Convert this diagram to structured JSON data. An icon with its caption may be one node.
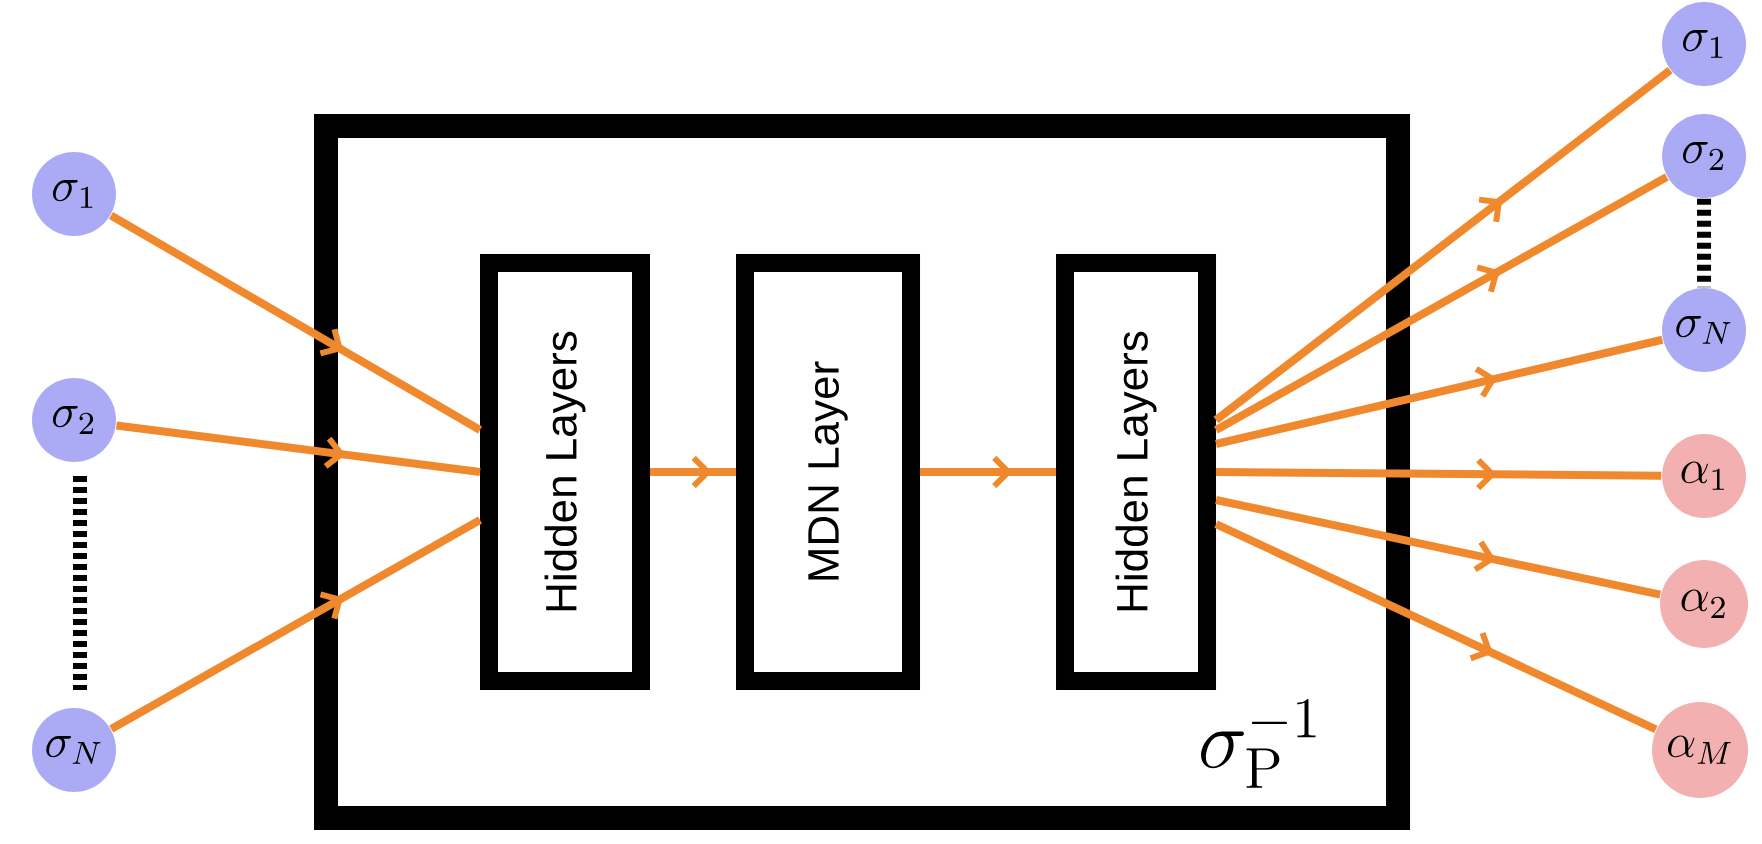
{
  "diagram": {
    "nodes": [
      {
        "text": [
          "\\sigma_{\\mathrm{P}}^{-1}"
        ]
      },
      {
        "text": [
          "Hidden Layers"
        ],
        "in": 0
      },
      {
        "text": [
          "MDN Layer"
        ],
        "in": 0
      },
      {
        "text": [
          "Hidden Layers"
        ],
        "in": 0
      },
      {
        "text": [
          "\\sigma_1"
        ]
      },
      {
        "text": [
          "\\sigma_2"
        ]
      },
      {
        "text": [
          "\\sigma_N"
        ]
      },
      {
        "text": [
          "\\sigma_1"
        ]
      },
      {
        "text": [
          "\\sigma_2"
        ]
      },
      {
        "text": [
          "\\sigma_N"
        ]
      },
      {
        "text": [
          "\\alpha_1"
        ]
      },
      {
        "text": [
          "\\alpha_2"
        ]
      },
      {
        "text": [
          "\\alpha_M"
        ]
      }
    ],
    "edges": [
      {
        "from": 4,
        "to": 1,
        "arrow": "to"
      },
      {
        "from": 5,
        "to": 1,
        "arrow": "to"
      },
      {
        "from": 6,
        "to": 1,
        "arrow": "to"
      },
      {
        "from": 1,
        "to": 2,
        "arrow": "to"
      },
      {
        "from": 2,
        "to": 3,
        "arrow": "to"
      },
      {
        "from": 3,
        "to": 7,
        "arrow": "to"
      },
      {
        "from": 3,
        "to": 8,
        "arrow": "to"
      },
      {
        "from": 3,
        "to": 9,
        "arrow": "to"
      },
      {
        "from": 3,
        "to": 10,
        "arrow": "to"
      },
      {
        "from": 3,
        "to": 11,
        "arrow": "to"
      },
      {
        "from": 3,
        "to": 12,
        "arrow": "to"
      },
      {
        "from": 8,
        "to": 9,
        "arrow": "none",
        "style": "dashed",
        "color": "#000000"
      }
    ]
  }
}
